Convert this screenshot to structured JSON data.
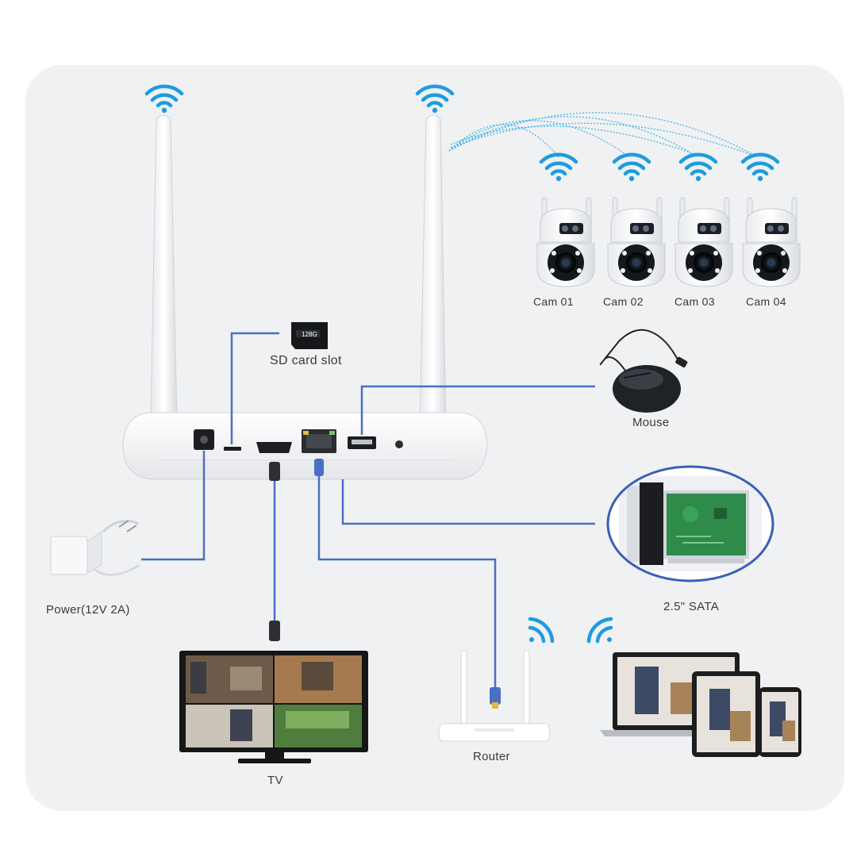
{
  "labels": {
    "sd_card_slot": "SD card slot",
    "sd_card_text": "128G",
    "mouse": "Mouse",
    "sata": "2.5\" SATA",
    "power": "Power(12V 2A)",
    "tv": "TV",
    "router": "Router"
  },
  "cameras": [
    {
      "label": "Cam 01"
    },
    {
      "label": "Cam 02"
    },
    {
      "label": "Cam 03"
    },
    {
      "label": "Cam 04"
    }
  ],
  "colors": {
    "background_panel": "#f0f1f2",
    "cable_blue": "#4a6fc4",
    "wifi_blue": "#1e9be0",
    "device_white": "#fafbfc",
    "sata_board": "#2e8b4a",
    "screen_dark": "#1b1b1b"
  },
  "icons": [
    "wifi-icon",
    "sd-card-icon",
    "mouse-icon",
    "camera-icon",
    "router-icon",
    "tv-icon",
    "laptop-icon",
    "tablet-icon",
    "phone-icon",
    "power-adapter-icon",
    "hdd-icon"
  ]
}
